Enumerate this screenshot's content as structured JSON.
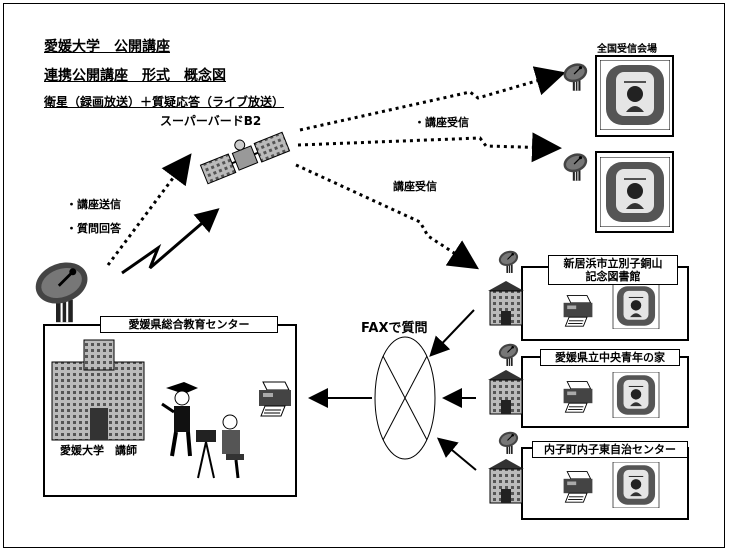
{
  "title": {
    "line1": "愛媛大学　公開講座",
    "line2": "連携公開講座　形式　概念図",
    "line3": "衛星（録画放送）＋質疑応答（ライブ放送）"
  },
  "satellite_name": "スーパーバードB2",
  "uplink_labels": [
    "・講座送信",
    "・質問回答"
  ],
  "downlink_labels": [
    "・講座受信",
    "講座受信"
  ],
  "nationwide_sites": "全国受信会場",
  "center": {
    "name": "愛媛県総合教育センター",
    "lecturer": "愛媛大学　講師"
  },
  "fax_label": "FAXで質問",
  "sites": [
    "新居浜市立別子銅山\n記念図書館",
    "愛媛県立中央青年の家",
    "内子町内子東自治センター"
  ]
}
